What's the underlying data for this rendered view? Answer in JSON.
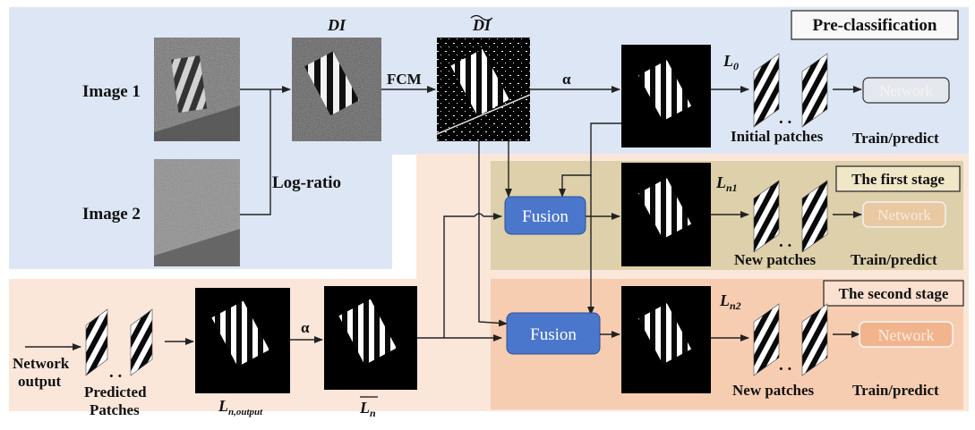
{
  "labels": {
    "image1": "Image 1",
    "image2": "Image 2",
    "log_ratio": "Log-ratio",
    "di": "DI",
    "di_tilde": "DI",
    "fcm": "FCM",
    "alpha_top": "α",
    "alpha_bottom": "α",
    "l0_main": "L",
    "l0_sub": "0",
    "ln1_main": "L",
    "ln1_sub": "n1",
    "ln2_main": "L",
    "ln2_sub": "n2",
    "lnout_main": "L",
    "lnout_sub": "n,output",
    "lnbar_main": "L",
    "lnbar_sub": "n",
    "dots": ". .",
    "initial_patches": "Initial patches",
    "new_patches_1": "New patches",
    "new_patches_2": "New patches",
    "train_predict_0": "Train/predict",
    "train_predict_1": "Train/predict",
    "train_predict_2": "Train/predict",
    "network_0": "Network",
    "network_1": "Network",
    "network_2": "Network",
    "fusion_1": "Fusion",
    "fusion_2": "Fusion",
    "pre_classification": "Pre-classification",
    "first_stage": "The first stage",
    "second_stage": "The second stage",
    "network_output_1": "Network",
    "network_output_2": "output",
    "predicted_1": "Predicted",
    "predicted_2": "Patches"
  },
  "colors": {
    "pre_bg": "#dde6f4",
    "lower_bg": "#fbe6da",
    "stage1_bg": "#ddd0aa",
    "stage2_bg": "#f7cdb1",
    "fusion_fill": "#4a77cc",
    "network_text": "#f6e7d6",
    "arrow": "#222222"
  }
}
